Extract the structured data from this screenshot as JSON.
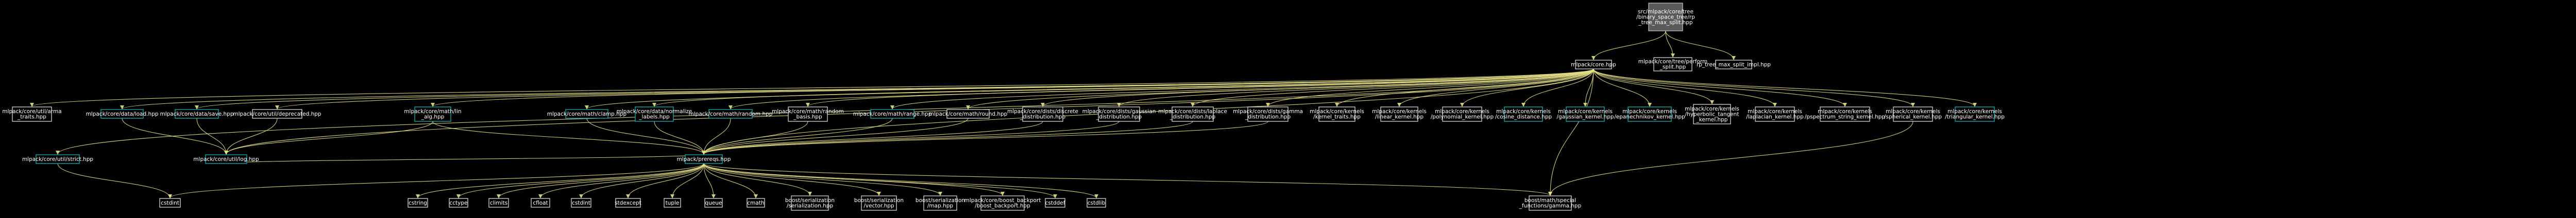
{
  "nodes": [
    {
      "id": "root",
      "lines": [
        "src/mlpack/core/tree",
        "/binary_space_tree/rp",
        "_tree_max_split.hpp"
      ],
      "style": "root"
    },
    {
      "id": "core",
      "lines": [
        "mlpack/core.hpp"
      ],
      "style": "normal"
    },
    {
      "id": "perform",
      "lines": [
        "mlpack/core/tree/perform",
        "_split.hpp"
      ],
      "style": "normal"
    },
    {
      "id": "impl",
      "lines": [
        "rp_tree_max_split_impl.hpp"
      ],
      "style": "normal"
    },
    {
      "id": "gamma_traits",
      "lines": [
        "mlpack/core/util/arma",
        "_traits.hpp"
      ],
      "style": "normal"
    },
    {
      "id": "load",
      "lines": [
        "mlpack/core/data/load.hpp"
      ],
      "style": "cyan"
    },
    {
      "id": "save",
      "lines": [
        "mlpack/core/data/save.hpp"
      ],
      "style": "cyan"
    },
    {
      "id": "deprecated",
      "lines": [
        "mlpack/core/util/deprecated.hpp"
      ],
      "style": "normal"
    },
    {
      "id": "lin_alg",
      "lines": [
        "mlpack/core/math/lin",
        "_alg.hpp"
      ],
      "style": "cyan"
    },
    {
      "id": "clamp",
      "lines": [
        "mlpack/core/math/clamp.hpp"
      ],
      "style": "cyan"
    },
    {
      "id": "numeric",
      "lines": [
        "mlpack/core/data/normalize",
        "_labels.hpp"
      ],
      "style": "cyan"
    },
    {
      "id": "random",
      "lines": [
        "mlpack/core/math/random.hpp"
      ],
      "style": "cyan"
    },
    {
      "id": "random_basis",
      "lines": [
        "mlpack/core/math/random",
        "_basis.hpp"
      ],
      "style": "normal"
    },
    {
      "id": "range",
      "lines": [
        "mlpack/core/math/range.hpp"
      ],
      "style": "cyan"
    },
    {
      "id": "round",
      "lines": [
        "mlpack/core/math/round.hpp"
      ],
      "style": "normal"
    },
    {
      "id": "discrete",
      "lines": [
        "mlpack/core/dists/discrete",
        "_distribution.hpp"
      ],
      "style": "normal"
    },
    {
      "id": "gaussian_dist",
      "lines": [
        "mlpack/core/dists/gaussian",
        "_distribution.hpp"
      ],
      "style": "normal"
    },
    {
      "id": "laplace",
      "lines": [
        "mlpack/core/dists/laplace",
        "_distribution.hpp"
      ],
      "style": "normal"
    },
    {
      "id": "gamma_dist",
      "lines": [
        "mlpack/core/dists/gamma",
        "_distribution.hpp"
      ],
      "style": "normal"
    },
    {
      "id": "kernel_traits",
      "lines": [
        "mlpack/core/kernels",
        "/kernel_traits.hpp"
      ],
      "style": "normal"
    },
    {
      "id": "linear",
      "lines": [
        "mlpack/core/kernels",
        "/linear_kernel.hpp"
      ],
      "style": "normal"
    },
    {
      "id": "polynomial",
      "lines": [
        "mlpack/core/kernels",
        "/polynomial_kernel.hpp"
      ],
      "style": "normal"
    },
    {
      "id": "cosine",
      "lines": [
        "mlpack/core/kernels",
        "/cosine_distance.hpp"
      ],
      "style": "cyan"
    },
    {
      "id": "gaussian_k",
      "lines": [
        "mlpack/core/kernels",
        "/gaussian_kernel.hpp"
      ],
      "style": "cyan"
    },
    {
      "id": "epanechnikov",
      "lines": [
        "mlpack/core/kernels",
        "/epanechnikov_kernel.hpp"
      ],
      "style": "cyan"
    },
    {
      "id": "hyperbolic",
      "lines": [
        "mlpack/core/kernels",
        "/hyperbolic_tangent",
        "_kernel.hpp"
      ],
      "style": "normal"
    },
    {
      "id": "laplacian",
      "lines": [
        "mlpack/core/kernels",
        "/laplacian_kernel.hpp"
      ],
      "style": "normal"
    },
    {
      "id": "pspectrum",
      "lines": [
        "mlpack/core/kernels",
        "/pspectrum_string_kernel.hpp"
      ],
      "style": "normal"
    },
    {
      "id": "spherical",
      "lines": [
        "mlpack/core/kernels",
        "/spherical_kernel.hpp"
      ],
      "style": "normal"
    },
    {
      "id": "triangular",
      "lines": [
        "mlpack/core/kernels",
        "/triangular_kernel.hpp"
      ],
      "style": "cyan"
    },
    {
      "id": "strict",
      "lines": [
        "mlpack/core/util/strict.hpp"
      ],
      "style": "cyan"
    },
    {
      "id": "log",
      "lines": [
        "mlpack/core/util/log.hpp"
      ],
      "style": "cyan"
    },
    {
      "id": "prereqs",
      "lines": [
        "mlpack/prereqs.hpp"
      ],
      "style": "cyan"
    },
    {
      "id": "cstdint",
      "lines": [
        "cstdint"
      ],
      "style": "normal"
    },
    {
      "id": "cstring",
      "lines": [
        "cstring"
      ],
      "style": "normal"
    },
    {
      "id": "cctype",
      "lines": [
        "cctype"
      ],
      "style": "normal"
    },
    {
      "id": "climits",
      "lines": [
        "climits"
      ],
      "style": "normal"
    },
    {
      "id": "cfloat",
      "lines": [
        "cfloat"
      ],
      "style": "normal"
    },
    {
      "id": "cstdint2",
      "lines": [
        "cstdint"
      ],
      "style": "normal"
    },
    {
      "id": "stdexcept",
      "lines": [
        "stdexcept"
      ],
      "style": "normal"
    },
    {
      "id": "tuple",
      "lines": [
        "tuple"
      ],
      "style": "normal"
    },
    {
      "id": "queue",
      "lines": [
        "queue"
      ],
      "style": "normal"
    },
    {
      "id": "cmath",
      "lines": [
        "cmath"
      ],
      "style": "normal"
    },
    {
      "id": "boost_ser",
      "lines": [
        "boost/serialization",
        "/serialization.hpp"
      ],
      "style": "normal"
    },
    {
      "id": "boost_vec",
      "lines": [
        "boost/serialization",
        "/vector.hpp"
      ],
      "style": "normal"
    },
    {
      "id": "boost_map",
      "lines": [
        "boost/serialization",
        "/map.hpp"
      ],
      "style": "normal"
    },
    {
      "id": "boost_backport",
      "lines": [
        "mlpack/core/boost_backport",
        "/boost_backport.hpp"
      ],
      "style": "normal"
    },
    {
      "id": "cstddef",
      "lines": [
        "cstddef"
      ],
      "style": "normal"
    },
    {
      "id": "cstdlib",
      "lines": [
        "cstdlib"
      ],
      "style": "normal"
    },
    {
      "id": "gamma_fn",
      "lines": [
        "boost/math/special",
        "_functions/gamma.hpp"
      ],
      "style": "normal"
    }
  ]
}
